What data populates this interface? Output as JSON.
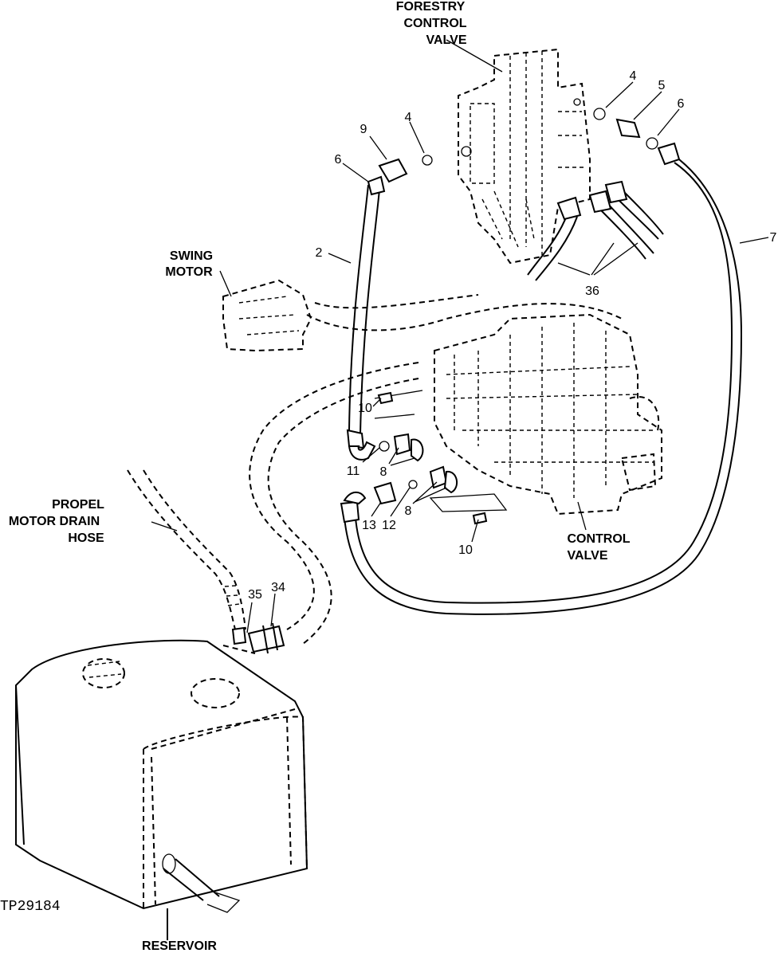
{
  "figure_id": "TP29184",
  "labels": {
    "forestry_control_valve": [
      "FORESTRY",
      "CONTROL",
      "VALVE"
    ],
    "swing_motor": [
      "SWING",
      "MOTOR"
    ],
    "propel_motor_drain_hose": [
      "PROPEL",
      "MOTOR DRAIN",
      "HOSE"
    ],
    "control_valve": [
      "CONTROL",
      "VALVE"
    ],
    "reservoir": "RESERVOIR"
  },
  "callouts": [
    "4",
    "5",
    "6",
    "9",
    "4",
    "6",
    "2",
    "7",
    "36",
    "10",
    "11",
    "8",
    "13",
    "12",
    "8",
    "10",
    "35",
    "34"
  ]
}
